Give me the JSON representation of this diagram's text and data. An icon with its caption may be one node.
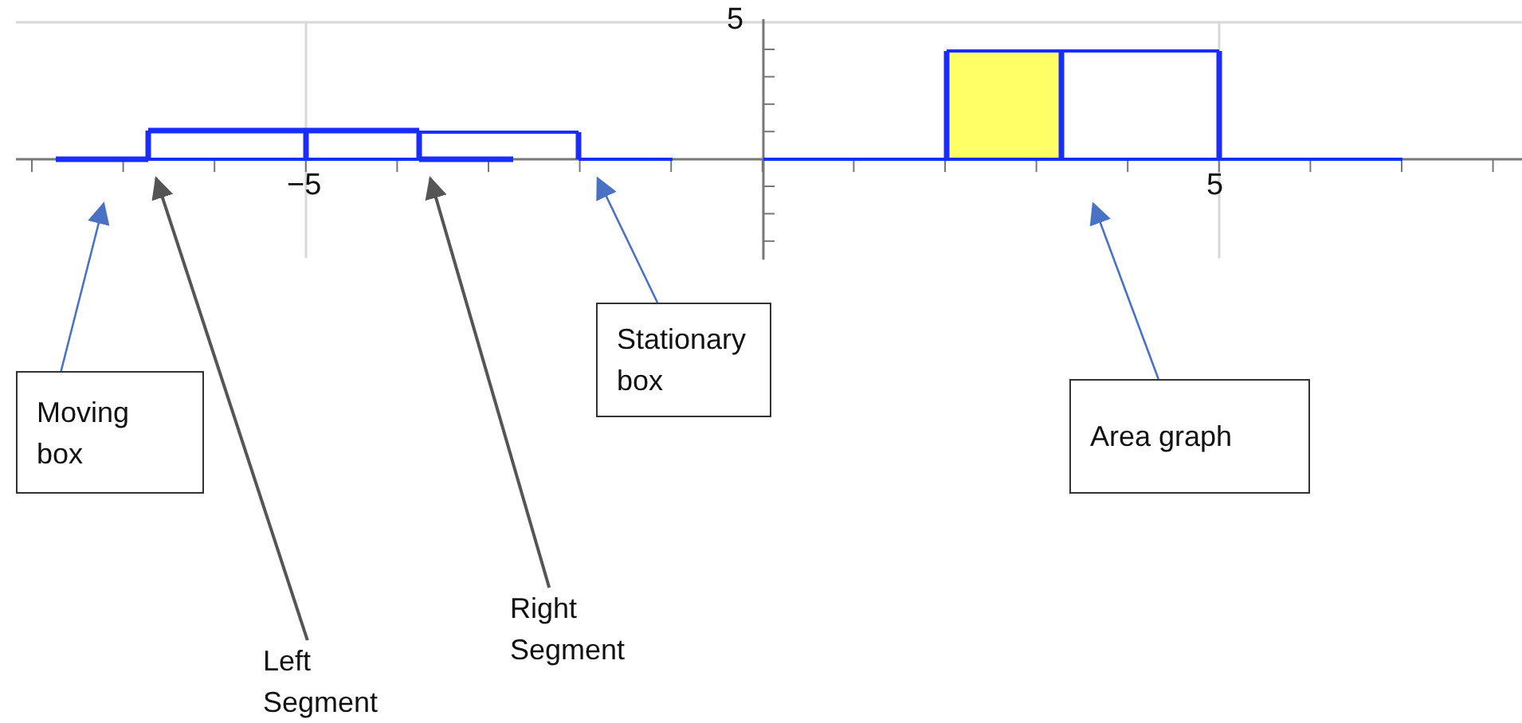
{
  "diagram": {
    "nodes": [
      {
        "text": [
          "Moving box"
        ]
      },
      {
        "text": [
          "Left Segment"
        ]
      },
      {
        "text": [
          "Right Segment"
        ]
      },
      {
        "text": [
          "Stationary box"
        ]
      },
      {
        "text": [
          "Area graph"
        ]
      }
    ],
    "edges": [
      {
        "from": 0,
        "to": null,
        "arrow": "to"
      },
      {
        "from": 1,
        "to": null,
        "arrow": "to",
        "color": "#555555"
      },
      {
        "from": 2,
        "to": null,
        "arrow": "to",
        "color": "#555555"
      },
      {
        "from": 3,
        "to": null,
        "arrow": "to"
      },
      {
        "from": 4,
        "to": null,
        "arrow": "to"
      }
    ],
    "labels": [
      "5",
      "−5",
      "5"
    ]
  }
}
